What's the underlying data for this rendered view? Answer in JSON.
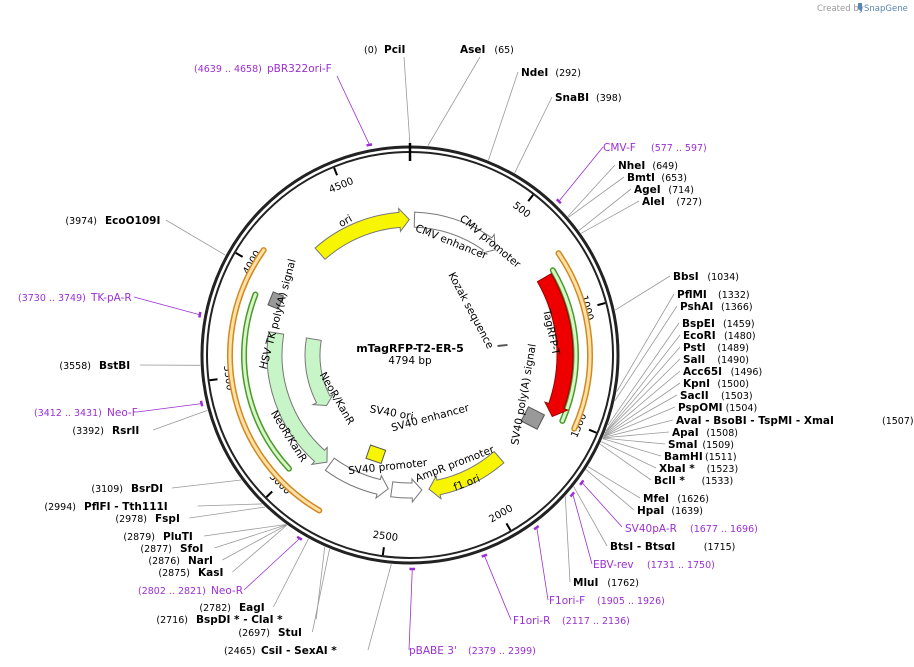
{
  "watermark": {
    "prefix": "Created by",
    "brand": "SnapGene"
  },
  "plasmid": {
    "name": "mTagRFP-T2-ER-5",
    "size_label": "4794 bp"
  },
  "ticks": [
    {
      "label": "500"
    },
    {
      "label": "1000"
    },
    {
      "label": "1500"
    },
    {
      "label": "2000"
    },
    {
      "label": "2500"
    },
    {
      "label": "3000"
    },
    {
      "label": "3500"
    },
    {
      "label": "4000"
    },
    {
      "label": "4500"
    }
  ],
  "sites": [
    {
      "name": "PciI",
      "pos": "(0)"
    },
    {
      "name": "AseI",
      "pos": "(65)"
    },
    {
      "name": "NdeI",
      "pos": "(292)"
    },
    {
      "name": "SnaBI",
      "pos": "(398)"
    },
    {
      "name": "NheI",
      "pos": "(649)"
    },
    {
      "name": "BmtI",
      "pos": "(653)"
    },
    {
      "name": "AgeI",
      "pos": "(714)"
    },
    {
      "name": "AleI",
      "pos": "(727)"
    },
    {
      "name": "BbsI",
      "pos": "(1034)"
    },
    {
      "name": "PflMI",
      "pos": "(1332)"
    },
    {
      "name": "PshAI",
      "pos": "(1366)"
    },
    {
      "name": "BspEI",
      "pos": "(1459)"
    },
    {
      "name": "EcoRI",
      "pos": "(1480)"
    },
    {
      "name": "PstI",
      "pos": "(1489)"
    },
    {
      "name": "SalI",
      "pos": "(1490)"
    },
    {
      "name": "Acc65I",
      "pos": "(1496)"
    },
    {
      "name": "KpnI",
      "pos": "(1500)"
    },
    {
      "name": "SacII",
      "pos": "(1503)"
    },
    {
      "name": "PspOMI",
      "pos": "(1504)"
    },
    {
      "name": "AvaI  - BsoBI  - TspMI  - XmaI",
      "pos": "(1507)"
    },
    {
      "name": "ApaI",
      "pos": "(1508)"
    },
    {
      "name": "SmaI",
      "pos": "(1509)"
    },
    {
      "name": "BamHI",
      "pos": "(1511)"
    },
    {
      "name": "XbaI *",
      "pos": "(1523)"
    },
    {
      "name": "BclI *",
      "pos": "(1533)"
    },
    {
      "name": "MfeI",
      "pos": "(1626)"
    },
    {
      "name": "HpaI",
      "pos": "(1639)"
    },
    {
      "name": "BtsI  - BtsαI",
      "pos": "(1715)"
    },
    {
      "name": "MluI",
      "pos": "(1762)"
    },
    {
      "name": "CsiI  - SexAI *",
      "pos": "(2465)"
    },
    {
      "name": "StuI",
      "pos": "(2697)"
    },
    {
      "name": "BspDI *  - ClaI *",
      "pos": "(2716)"
    },
    {
      "name": "EagI",
      "pos": "(2782)"
    },
    {
      "name": "KasI",
      "pos": "(2875)"
    },
    {
      "name": "NarI",
      "pos": "(2876)"
    },
    {
      "name": "SfoI",
      "pos": "(2877)"
    },
    {
      "name": "PluTI",
      "pos": "(2879)"
    },
    {
      "name": "FspI",
      "pos": "(2978)"
    },
    {
      "name": "PflFI  - Tth111I",
      "pos": "(2994)"
    },
    {
      "name": "BsrDI",
      "pos": "(3109)"
    },
    {
      "name": "RsrII",
      "pos": "(3392)"
    },
    {
      "name": "BstBI",
      "pos": "(3558)"
    },
    {
      "name": "EcoO109I",
      "pos": "(3974)"
    }
  ],
  "primers": [
    {
      "name": "pBR322ori-F",
      "pos": "(4639 .. 4658)"
    },
    {
      "name": "CMV-F",
      "pos": "(577 .. 597)"
    },
    {
      "name": "SV40pA-R",
      "pos": "(1677 .. 1696)"
    },
    {
      "name": "EBV-rev",
      "pos": "(1731 .. 1750)"
    },
    {
      "name": "F1ori-F",
      "pos": "(1905 .. 1926)"
    },
    {
      "name": "F1ori-R",
      "pos": "(2117 .. 2136)"
    },
    {
      "name": "pBABE 3'",
      "pos": "(2379 .. 2399)"
    },
    {
      "name": "Neo-R",
      "pos": "(2802 .. 2821)"
    },
    {
      "name": "Neo-F",
      "pos": "(3412 .. 3431)"
    },
    {
      "name": "TK-pA-R",
      "pos": "(3730 .. 3749)"
    }
  ],
  "features": [
    {
      "name": "CMV enhancer"
    },
    {
      "name": "CMV promoter"
    },
    {
      "name": "Kozak sequence"
    },
    {
      "name": "TagRFP-T"
    },
    {
      "name": "SV40 poly(A) signal"
    },
    {
      "name": "f1 ori"
    },
    {
      "name": "AmpR promoter"
    },
    {
      "name": "SV40 promoter"
    },
    {
      "name": "SV40 enhancer"
    },
    {
      "name": "SV40 ori"
    },
    {
      "name": "NeoR/KanR"
    },
    {
      "name": "NeoR/KanR"
    },
    {
      "name": "HSV TK poly(A) signal"
    },
    {
      "name": "ori"
    }
  ],
  "colors": {
    "backbone": "#222222",
    "orf_green": "#4a9a2a",
    "orf_orange": "#d08a1e",
    "primer": "#9b2fd3",
    "rfp": "#ee0000",
    "ori": "#f7f600",
    "neo": "#c8f5c8",
    "promoter": "#ffffff",
    "polyA": "#999999"
  }
}
